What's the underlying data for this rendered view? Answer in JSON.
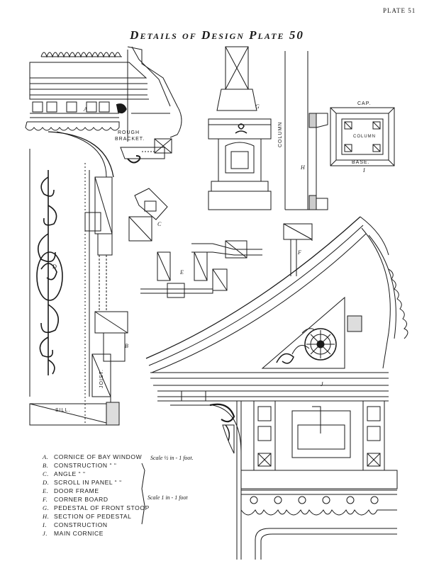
{
  "plate_number": "PLATE 51",
  "title": "Details of Design Plate 50",
  "drawing_labels": {
    "A": "A",
    "B": "B",
    "C": "C",
    "D": "D",
    "E": "E",
    "F": "F",
    "G": "G",
    "H": "H",
    "I": "I",
    "J": "J"
  },
  "annotations": {
    "rough_bracket_1": "ROUGH",
    "rough_bracket_2": "BRACKET.",
    "column_v": "COLUMN",
    "cap": "CAP.",
    "column_sq": "COLUMN",
    "base": "BASE.",
    "joist": "JOIST.",
    "sill": "SILL."
  },
  "legend": [
    {
      "key": "A.",
      "text": "CORNICE OF BAY WINDOW"
    },
    {
      "key": "B.",
      "text": "CONSTRUCTION  “   “"
    },
    {
      "key": "C.",
      "text": "ANGLE          “   “"
    },
    {
      "key": "D.",
      "text": "SCROLL IN PANEL  “   “"
    },
    {
      "key": "E.",
      "text": "DOOR FRAME"
    },
    {
      "key": "F.",
      "text": "CORNER BOARD"
    },
    {
      "key": "G.",
      "text": "PEDESTAL OF FRONT STOOP"
    },
    {
      "key": "H.",
      "text": "SECTION OF PEDESTAL"
    },
    {
      "key": "I.",
      "text": "CONSTRUCTION"
    },
    {
      "key": "J.",
      "text": "MAIN CORNICE"
    }
  ],
  "scales": {
    "bay_window": "Scale ½ in - 1 foot.",
    "others": "Scale 1 in - 1 foot"
  }
}
